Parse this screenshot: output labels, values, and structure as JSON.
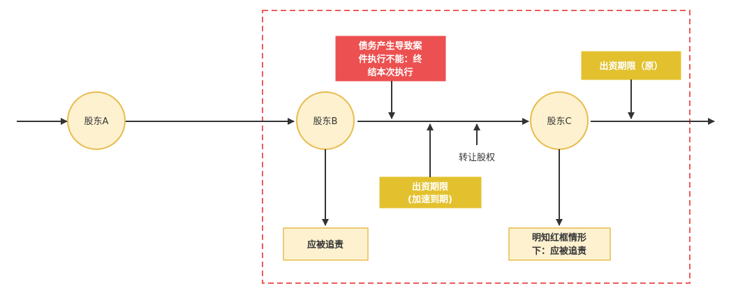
{
  "diagram": {
    "colors": {
      "dashed_frame": "#ec5b5b",
      "line": "#333333",
      "node_fill": "#fdf1d0",
      "node_stroke": "#e8bc4d",
      "red_note_fill": "#ec5050",
      "red_note_text": "#ffffff",
      "gold_note_fill": "#e3c12e",
      "gold_note_text": "#ffffff",
      "pale_note_fill": "#fdf1d0",
      "pale_note_text": "#333333"
    },
    "shareholders": {
      "a": "股东A",
      "b": "股东B",
      "c": "股东C"
    },
    "notes": {
      "red_note": [
        "债务产生导致案",
        "件执行不能：终",
        "结本次执行"
      ],
      "deadline_original": "出资期限（原）",
      "deadline_accelerated": [
        "出资期限",
        "(加速到期)"
      ],
      "liable_b": "应被追责",
      "liable_c": [
        "明知红框情形",
        "下：应被追责"
      ]
    },
    "labels": {
      "transfer": "转让股权"
    }
  }
}
